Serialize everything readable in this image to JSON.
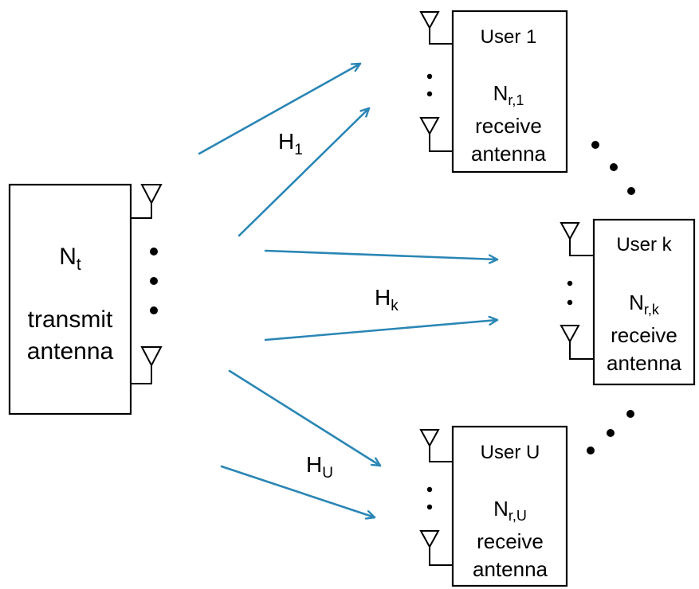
{
  "transmitter": {
    "count_base": "N",
    "count_sub": "t",
    "line1": "transmit",
    "line2": "antenna"
  },
  "users": [
    {
      "title": "User 1",
      "count_base": "N",
      "count_sub": "r,1",
      "line1": "receive",
      "line2": "antenna"
    },
    {
      "title": "User k",
      "count_base": "N",
      "count_sub": "r,k",
      "line1": "receive",
      "line2": "antenna"
    },
    {
      "title": "User U",
      "count_base": "N",
      "count_sub": "r,U",
      "line1": "receive",
      "line2": "antenna"
    }
  ],
  "channels": [
    {
      "base": "H",
      "sub": "1"
    },
    {
      "base": "H",
      "sub": "k"
    },
    {
      "base": "H",
      "sub": "U"
    }
  ],
  "colors": {
    "arrow": "#2a86b5",
    "box_stroke": "#000000"
  }
}
